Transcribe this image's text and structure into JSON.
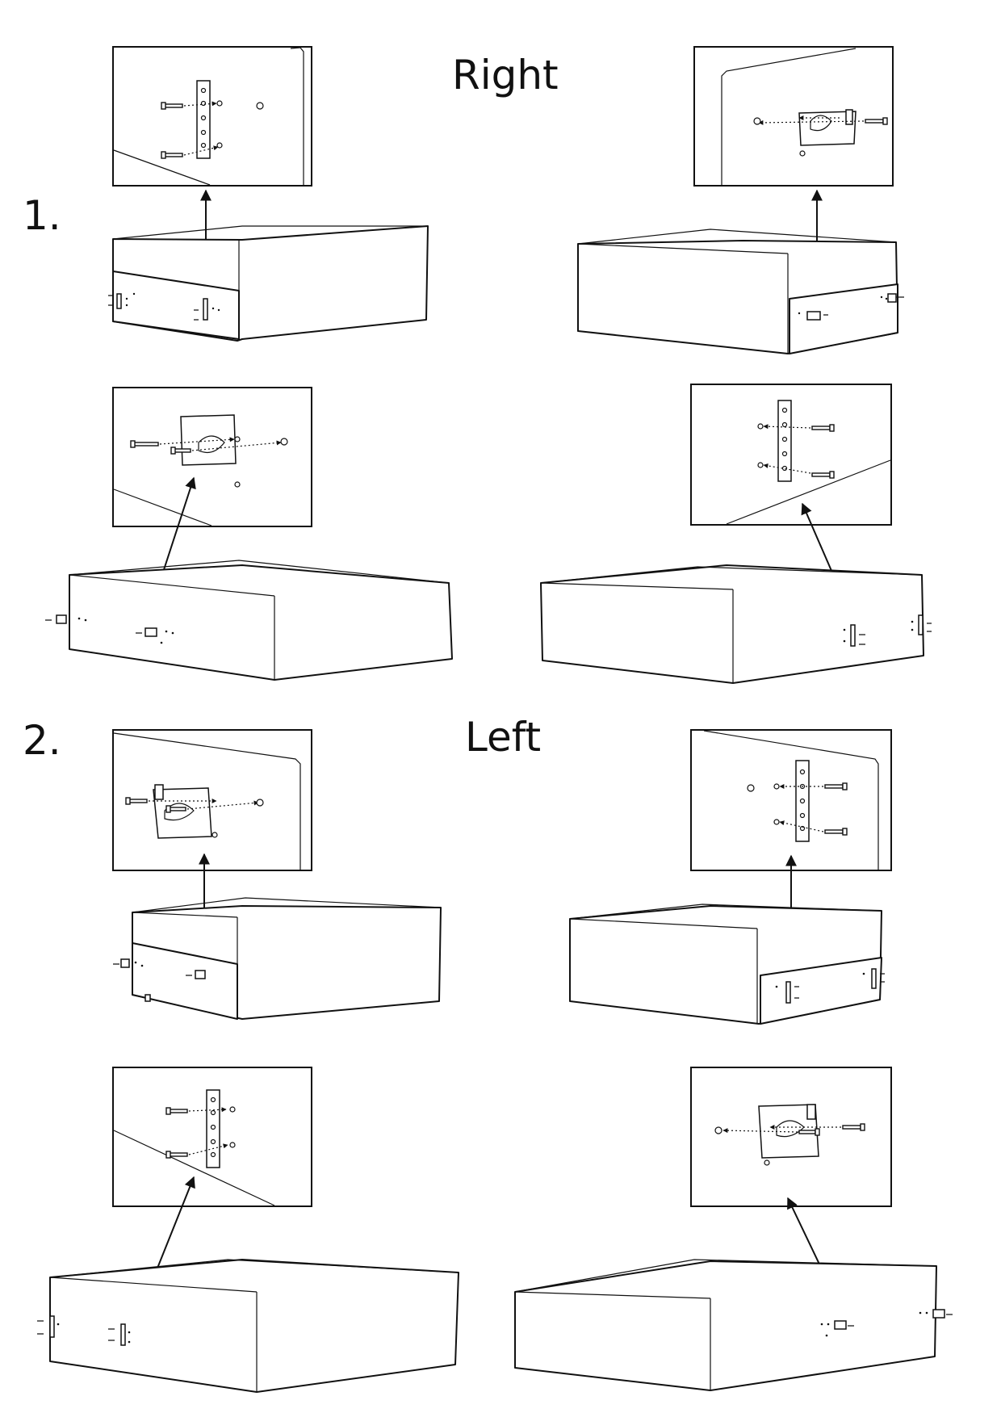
{
  "steps": {
    "step1_label": "1.",
    "step2_label": "2."
  },
  "sides": {
    "right_label": "Right",
    "left_label": "Left"
  },
  "icons": {
    "arrow": "leader-arrow-icon",
    "screw": "screw-icon",
    "bracket_hook": "hook-bracket-icon",
    "bracket_strip": "strip-bracket-icon"
  },
  "colors": {
    "line": "#111111",
    "background": "#ffffff"
  }
}
